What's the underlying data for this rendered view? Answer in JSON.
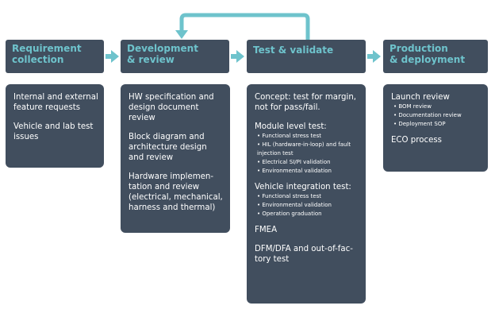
{
  "colors": {
    "box": "#414e5e",
    "accent": "#6ec3cc",
    "text": "#ffffff"
  },
  "stages": [
    {
      "title": [
        "Requirement",
        "collection"
      ],
      "items": [
        {
          "lines": [
            "Internal and external",
            "feature requests"
          ]
        },
        {
          "lines": [
            "Vehicle and lab test",
            "issues"
          ]
        }
      ]
    },
    {
      "title": [
        "Development",
        "& review"
      ],
      "items": [
        {
          "lines": [
            "HW specification and",
            "design document review"
          ]
        },
        {
          "lines": [
            "Block diagram and",
            "architecture design",
            "and review"
          ]
        },
        {
          "lines": [
            "Hardware implemen-",
            "tation and review",
            "(electrical, mechanical,",
            "harness and thermal)"
          ]
        }
      ]
    },
    {
      "title": [
        "Test & validate"
      ],
      "items": [
        {
          "lines": [
            "Concept: test for margin,",
            "not for pass/fail."
          ]
        },
        {
          "lines": [
            "Module level test:"
          ],
          "subs": [
            "• Functional stress test",
            "• HIL (hardware-in-loop) and fault",
            "injection test",
            "• Electrical SI/PI validation",
            "• Environmental validation"
          ]
        },
        {
          "lines": [
            "Vehicle integration test:"
          ],
          "subs": [
            "• Functional stress test",
            "• Environmental validation",
            "• Operation graduation"
          ]
        },
        {
          "lines": [
            "FMEA"
          ]
        },
        {
          "lines": [
            "DFM/DFA and out-of-fac-",
            "tory test"
          ]
        }
      ]
    },
    {
      "title": [
        "Production",
        "& deployment"
      ],
      "items": [
        {
          "lines": [
            "Launch review"
          ],
          "subs": [
            "• BOM review",
            "• Documentation review",
            "• Deployment SOP"
          ]
        },
        {
          "lines": [
            "ECO process"
          ]
        }
      ]
    }
  ]
}
